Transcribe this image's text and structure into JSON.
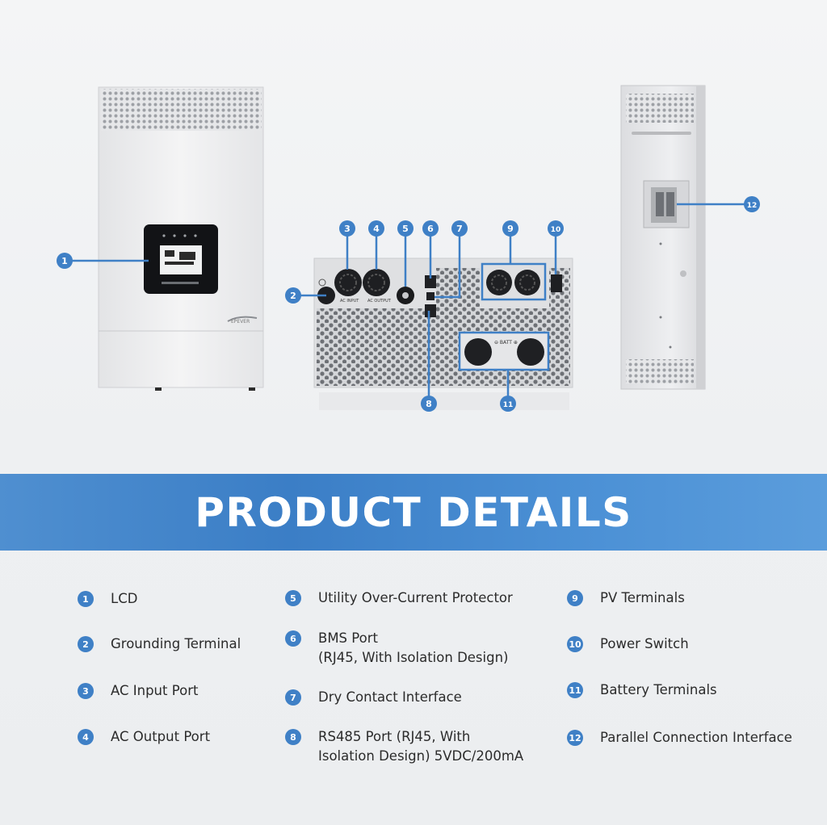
{
  "banner": {
    "title": "PRODUCT DETAILS"
  },
  "callouts": [
    "1",
    "2",
    "3",
    "4",
    "5",
    "6",
    "7",
    "8",
    "9",
    "10",
    "11",
    "12"
  ],
  "legend": [
    {
      "num": "1",
      "label": "LCD",
      "label2": ""
    },
    {
      "num": "2",
      "label": "Grounding Terminal",
      "label2": ""
    },
    {
      "num": "3",
      "label": "AC Input Port",
      "label2": ""
    },
    {
      "num": "4",
      "label": "AC Output Port",
      "label2": ""
    },
    {
      "num": "5",
      "label": "Utility Over-Current Protector",
      "label2": ""
    },
    {
      "num": "6",
      "label": "BMS Port",
      "label2": "(RJ45, With Isolation Design)"
    },
    {
      "num": "7",
      "label": "Dry Contact Interface",
      "label2": ""
    },
    {
      "num": "8",
      "label": "RS485 Port (RJ45, With",
      "label2": "Isolation Design) 5VDC/200mA"
    },
    {
      "num": "9",
      "label": "PV Terminals",
      "label2": ""
    },
    {
      "num": "10",
      "label": "Power Switch",
      "label2": ""
    },
    {
      "num": "11",
      "label": "Battery Terminals",
      "label2": ""
    },
    {
      "num": "12",
      "label": "Parallel Connection Interface",
      "label2": ""
    }
  ],
  "colors": {
    "accent": "#3f80c6",
    "banner": "#3b7ec6",
    "device": "#e9eaec"
  },
  "icons": [
    "inverter-front",
    "inverter-bottom-panel",
    "inverter-side"
  ]
}
